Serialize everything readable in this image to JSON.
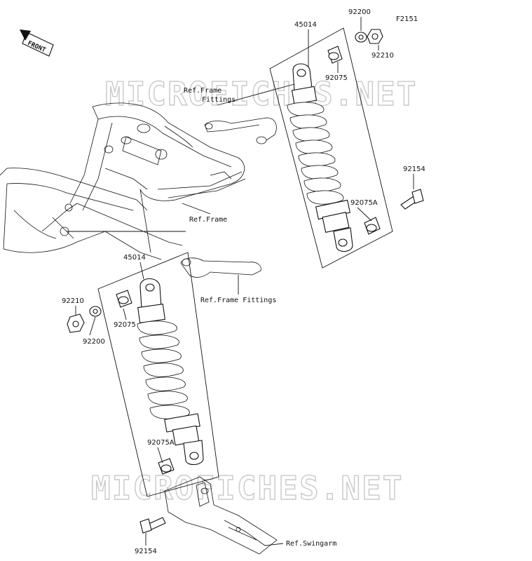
{
  "diagram": {
    "figure_code": "F2151",
    "front_marker": "FRONT",
    "watermark": "MICROFICHES.NET",
    "upper_shock": {
      "assembly": "45014",
      "washer": "92200",
      "nut": "92210",
      "collar": "92075",
      "collar_a": "92075A",
      "bolt": "92154"
    },
    "lower_shock": {
      "assembly": "45014",
      "nut": "92210",
      "washer": "92200",
      "collar": "92075",
      "collar_a": "92075A",
      "bolt": "92154"
    },
    "refs": {
      "frame_fittings_line1": "Ref.Frame",
      "frame_fittings_line2": "Fittings",
      "frame": "Ref.Frame",
      "frame_fittings_lower": "Ref.Frame Fittings",
      "swingarm": "Ref.Swingarm"
    }
  }
}
